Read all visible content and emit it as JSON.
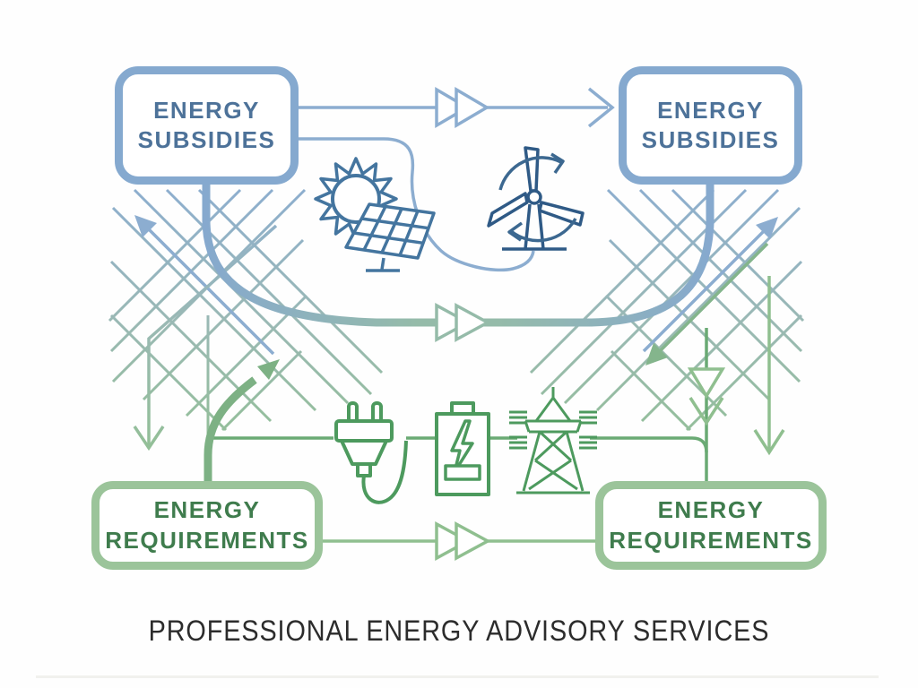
{
  "diagram": {
    "title": "PROFESSIONAL ENERGY ADVISORY SERVICES",
    "boxes": {
      "top_left": {
        "line1": "ENERGY",
        "line2": "SUBSIDIES"
      },
      "top_right": {
        "line1": "ENERGY",
        "line2": "SUBSIDIES"
      },
      "bottom_left": {
        "line1": "ENERGY",
        "line2": "REQUIREMENTS"
      },
      "bottom_right": {
        "line1": "ENERGY",
        "line2": "REQUIREMENTS"
      }
    },
    "icons": [
      {
        "name": "sun-icon"
      },
      {
        "name": "solar-panel-icon"
      },
      {
        "name": "wind-turbine-icon"
      },
      {
        "name": "power-plug-icon"
      },
      {
        "name": "battery-icon"
      },
      {
        "name": "transmission-tower-icon"
      }
    ],
    "colors": {
      "blue_box_border": "#85a9cf",
      "blue_text": "#4d7299",
      "blue_icon": "#3b6c9d",
      "blue_line": "#8cadd0",
      "teal_line": "#95bba9",
      "green_box_border": "#9bc49a",
      "green_text": "#3f7c4d",
      "green_icon": "#4d9a5e",
      "green_line": "#8fbf8f",
      "title_text": "#2c2c2c"
    }
  }
}
